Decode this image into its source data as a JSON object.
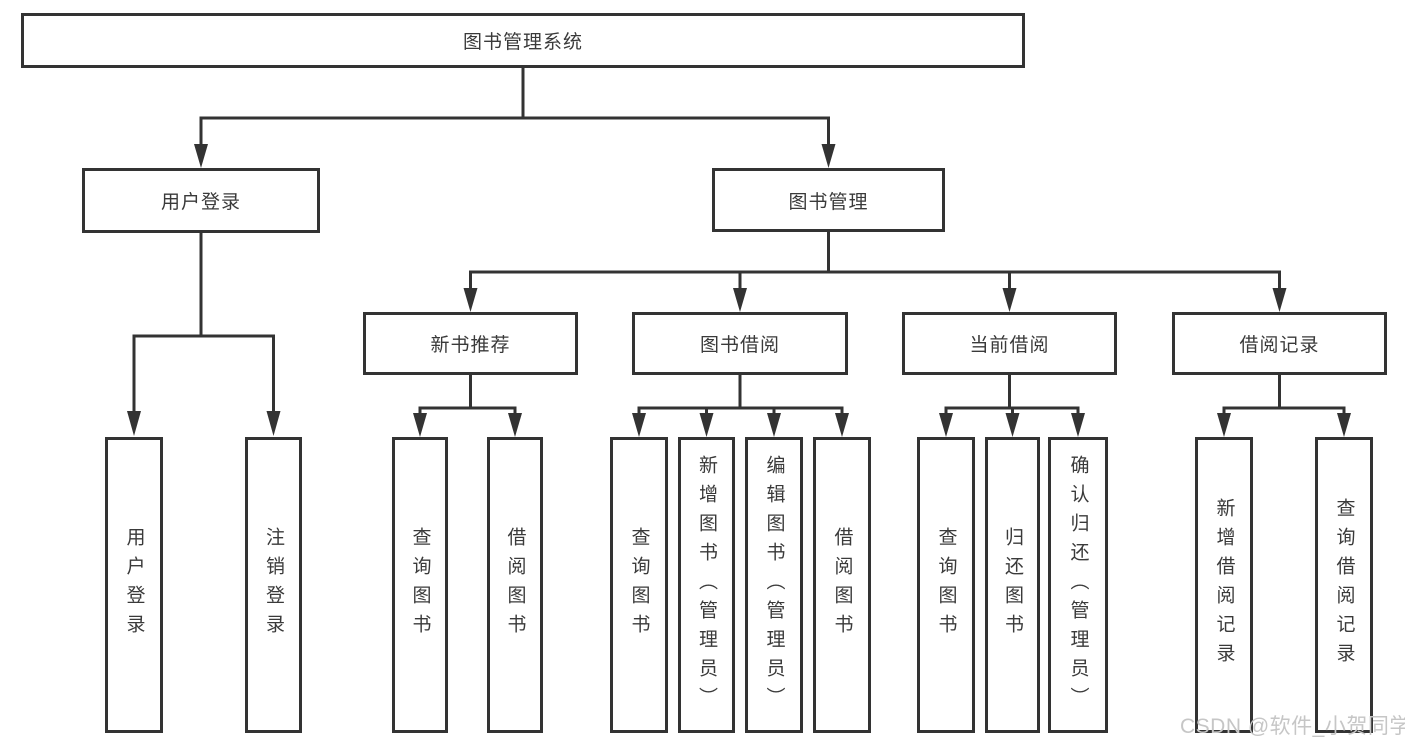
{
  "tree": {
    "root": {
      "label": "图书管理系统"
    },
    "login": {
      "label": "用户登录",
      "children": [
        {
          "label": "用户登录"
        },
        {
          "label": "注销登录"
        }
      ]
    },
    "mgmt": {
      "label": "图书管理",
      "groups": [
        {
          "label": "新书推荐",
          "children": [
            {
              "label": "查询图书"
            },
            {
              "label": "借阅图书"
            }
          ]
        },
        {
          "label": "图书借阅",
          "children": [
            {
              "label": "查询图书"
            },
            {
              "label": "新增图书（管理员）"
            },
            {
              "label": "编辑图书（管理员）"
            },
            {
              "label": "借阅图书"
            }
          ]
        },
        {
          "label": "当前借阅",
          "children": [
            {
              "label": "查询图书"
            },
            {
              "label": "归还图书"
            },
            {
              "label": "确认归还（管理员）"
            }
          ]
        },
        {
          "label": "借阅记录",
          "children": [
            {
              "label": "新增借阅记录"
            },
            {
              "label": "查询借阅记录"
            }
          ]
        }
      ]
    }
  },
  "watermark": {
    "text": "CSDN @软件_小贺同学"
  },
  "colors": {
    "line": "#333333",
    "text": "#3a3a3a",
    "watermark": "#c6c6c6",
    "background": "#ffffff"
  }
}
